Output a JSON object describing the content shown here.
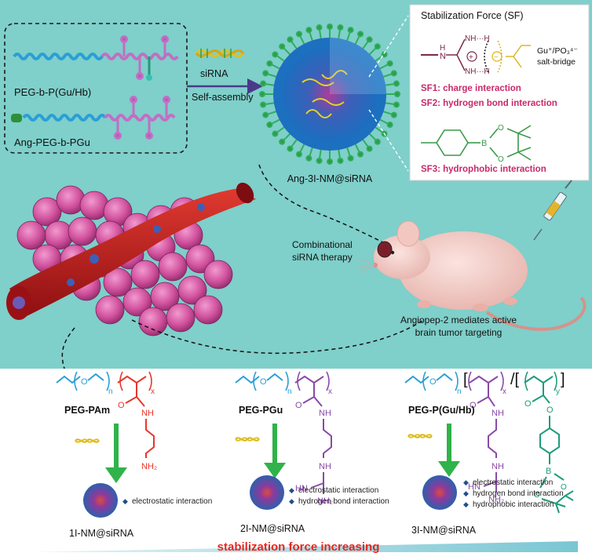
{
  "colors": {
    "teal_bg": "#7fcfca",
    "peg_chain": "#2a9fd6",
    "pam_red": "#e8372c",
    "pgu_purple": "#8a4aa8",
    "hb_green": "#1f9c7a",
    "sf_label": "#c8296a",
    "arrow_green": "#2fb34a",
    "vessel_red": "#c41e1e",
    "tumor_pink": "#d95aa0",
    "final_label": "#e8251f"
  },
  "top": {
    "polymer1": "PEG-b-P(Gu/Hb)",
    "polymer2": "Ang-PEG-b-PGu",
    "arrow_top": "siRNA",
    "arrow_bottom": "Self-assembly",
    "nanoparticle_label": "Ang-3I-NM@siRNA",
    "therapy_label_line1": "Combinational",
    "therapy_label_line2": "siRNA therapy",
    "targeting_line1": "Angiopep-2 mediates active",
    "targeting_line2": "brain tumor targeting"
  },
  "sf_panel": {
    "title": "Stabilization Force (SF)",
    "atoms": {
      "h": "H",
      "n": "N",
      "nh_top": "NH···H",
      "nh_bottom": "NH···H",
      "b": "B",
      "o_top": "O",
      "o_bottom": "O"
    },
    "salt_bridge_line1": "Gu⁺/PO₃⁴⁻",
    "salt_bridge_line2": "salt-bridge",
    "sf1": "SF1: charge interaction",
    "sf2": "SF2: hydrogen bond interaction",
    "sf3": "SF3: hydrophobic interaction"
  },
  "bottom": {
    "pam": {
      "name": "PEG-PAm",
      "n": "n",
      "x": "x",
      "o": "O",
      "carbonyl_o": "O",
      "amide": "NH",
      "terminal": "NH₂",
      "interactions": [
        "electrostatic interaction"
      ],
      "label": "1I-NM@siRNA"
    },
    "pgu": {
      "name": "PEG-PGu",
      "n": "n",
      "x": "x",
      "o": "O",
      "carbonyl_o": "O",
      "amide": "NH",
      "gu_nh": "NH",
      "gu_imine": "HN",
      "gu_nh2": "NH₂",
      "interactions": [
        "electrostatic interaction",
        "hydrogen bond interaction"
      ],
      "label": "2I-NM@siRNA"
    },
    "pguhb": {
      "name": "PEG-P(Gu/Hb)",
      "n": "n",
      "x": "x",
      "y": "y",
      "o": "O",
      "carbonyl_o1": "O",
      "amide": "NH",
      "gu_nh": "NH",
      "gu_imine": "HN",
      "gu_nh2": "NH₂",
      "carbonyl_o2": "O",
      "ester_o": "O",
      "b": "B",
      "bo1": "O",
      "bo2": "O",
      "interactions": [
        "electrostatic interaction",
        "hydrogen bond interaction",
        "hydrophobic interaction"
      ],
      "label": "3I-NM@siRNA"
    },
    "final": "stabilization force increasing"
  }
}
